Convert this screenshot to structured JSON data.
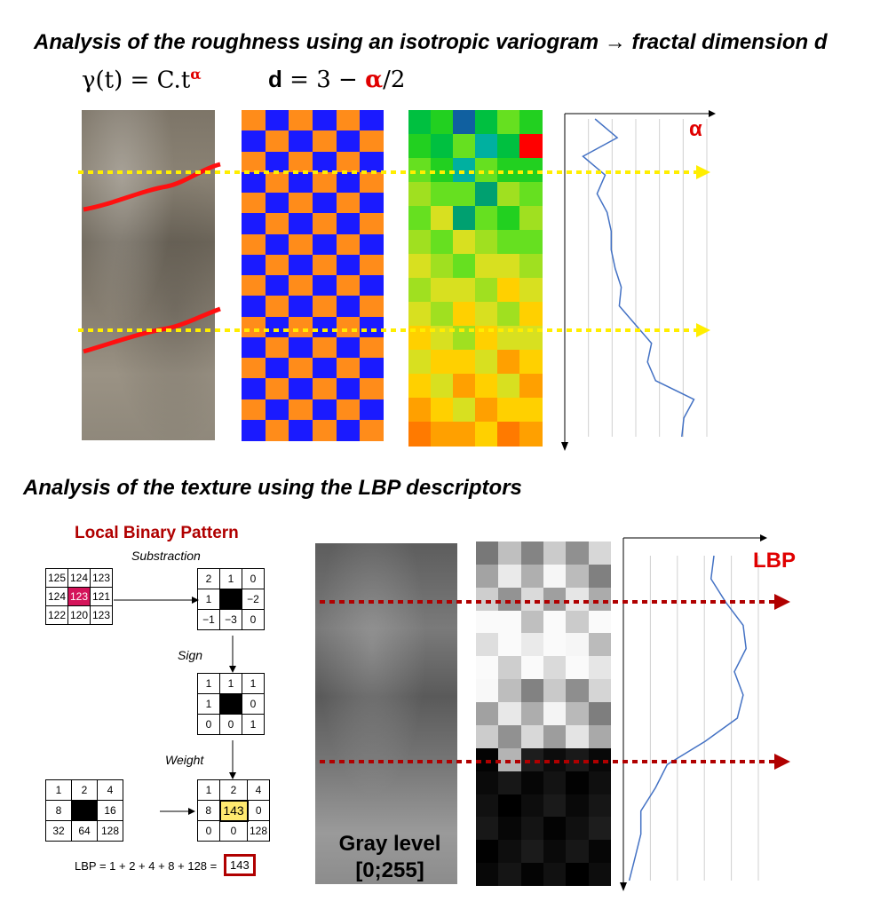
{
  "section1": {
    "title": "Analysis of the roughness using an isotropic variogram  → fractal dimension d",
    "eq1": "γ(t) = C.t",
    "eq1_sup": "α",
    "eq2_d": "d",
    "eq2_rest": " = 3 − ",
    "eq2_alpha": "α",
    "eq2_tail": "/2",
    "alpha_label": "α",
    "alpha_profile": [
      0.3,
      0.52,
      0.18,
      0.4,
      0.32,
      0.42,
      0.46,
      0.46,
      0.5,
      0.56,
      0.54,
      0.7,
      0.86,
      0.82,
      0.9,
      1.28,
      1.18,
      1.16
    ],
    "colors": {
      "accent_red": "#e00000",
      "arrow_yellow": "#ffee00",
      "profile_blue": "#4472c4",
      "check_orange": "#ff8c1a",
      "check_blue": "#1a1aff"
    }
  },
  "section2": {
    "title": "Analysis of the texture using the LBP descriptors",
    "lbp_heading": "Local Binary Pattern",
    "substraction": "Substraction",
    "sign": "Sign",
    "weight": "Weight",
    "grid_in": [
      [
        "125",
        "124",
        "123"
      ],
      [
        "124",
        "123",
        "121"
      ],
      [
        "122",
        "120",
        "123"
      ]
    ],
    "grid_sub": [
      [
        "2",
        "1",
        "0"
      ],
      [
        "1",
        "",
        "−2"
      ],
      [
        "−1",
        "−3",
        "0"
      ]
    ],
    "grid_sign": [
      [
        "1",
        "1",
        "1"
      ],
      [
        "1",
        "",
        "0"
      ],
      [
        "0",
        "0",
        "1"
      ]
    ],
    "grid_weights": [
      [
        "1",
        "2",
        "4"
      ],
      [
        "8",
        "",
        "16"
      ],
      [
        "32",
        "64",
        "128"
      ]
    ],
    "grid_result": [
      [
        "1",
        "2",
        "4"
      ],
      [
        "8",
        "143",
        "0"
      ],
      [
        "0",
        "0",
        "128"
      ]
    ],
    "formula": "LBP = 1 + 2 + 4 + 8 + 128 =",
    "formula_result": "143",
    "gray_label_line1": "Gray level",
    "gray_label_line2": "[0;255]",
    "lbp_label": "LBP",
    "lbp_profile": [
      0.62,
      0.6,
      0.7,
      0.82,
      0.84,
      0.76,
      0.82,
      0.78,
      0.56,
      0.3,
      0.22,
      0.12,
      0.12,
      0.08,
      0.04
    ],
    "colors": {
      "lbp_red": "#e00000",
      "arrow_darkred": "#b00000",
      "center_pink": "#d4145a",
      "highlight_yellow": "#ffea70",
      "box_red": "#b00000"
    }
  }
}
